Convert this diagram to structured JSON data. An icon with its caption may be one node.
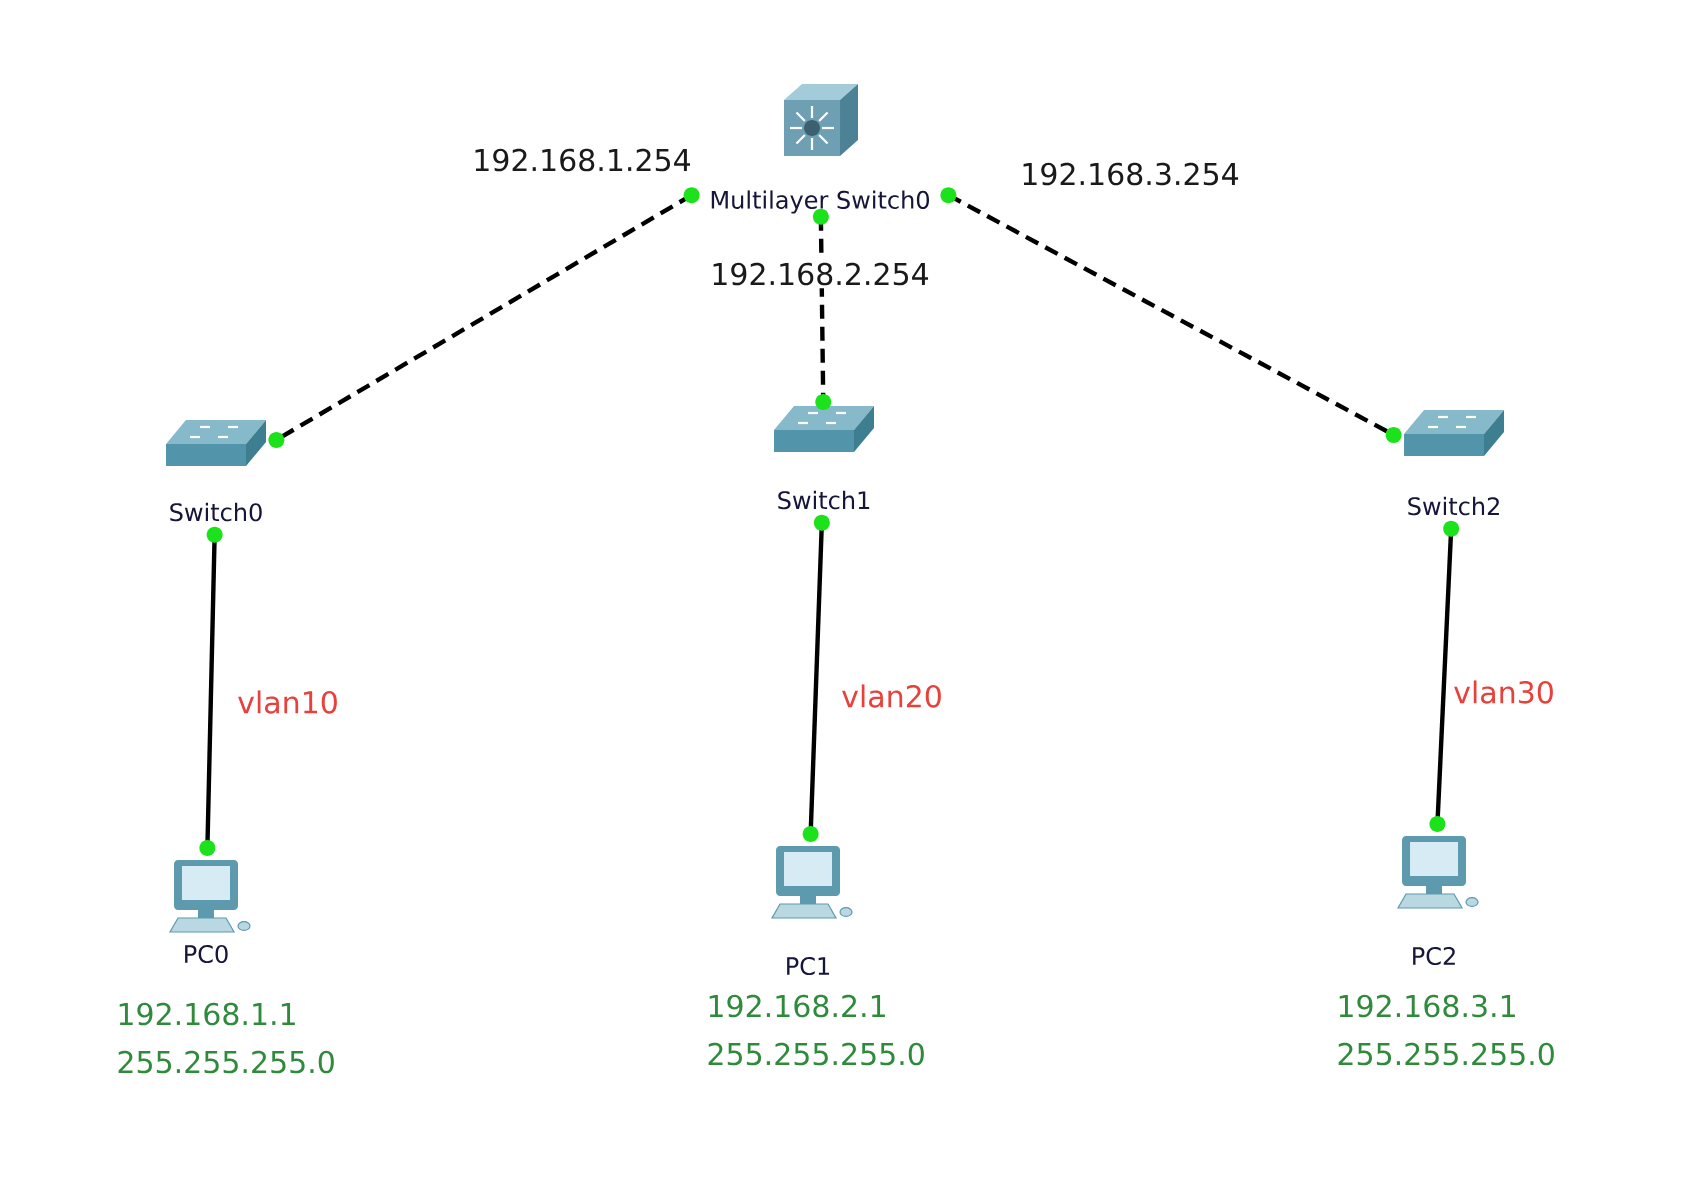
{
  "diagram": {
    "nodes": [
      {
        "text": [
          "Multilayer Switch0"
        ]
      },
      {
        "text": [
          "Switch0"
        ]
      },
      {
        "text": [
          "Switch1"
        ]
      },
      {
        "text": [
          "Switch2"
        ]
      },
      {
        "text": [
          "PC0"
        ],
        "beside": [
          "192.168.1.1",
          "255.255.255.0"
        ]
      },
      {
        "text": [
          "PC1"
        ],
        "beside": [
          "192.168.2.1",
          "255.255.255.0"
        ]
      },
      {
        "text": [
          "PC2"
        ],
        "beside": [
          "192.168.3.1",
          "255.255.255.0"
        ]
      }
    ],
    "edges": [
      {
        "from": 0,
        "to": 1,
        "arrow": "other",
        "label": "192.168.1.254",
        "style": "dashed"
      },
      {
        "from": 0,
        "to": 2,
        "arrow": "other",
        "label": "192.168.2.254",
        "style": "dashed"
      },
      {
        "from": 0,
        "to": 3,
        "arrow": "other",
        "label": "192.168.3.254",
        "style": "dashed"
      },
      {
        "from": 1,
        "to": 4,
        "arrow": "other",
        "label": "vlan10"
      },
      {
        "from": 2,
        "to": 5,
        "arrow": "other",
        "label": "vlan20"
      },
      {
        "from": 3,
        "to": 6,
        "arrow": "other",
        "label": "vlan30"
      }
    ]
  }
}
